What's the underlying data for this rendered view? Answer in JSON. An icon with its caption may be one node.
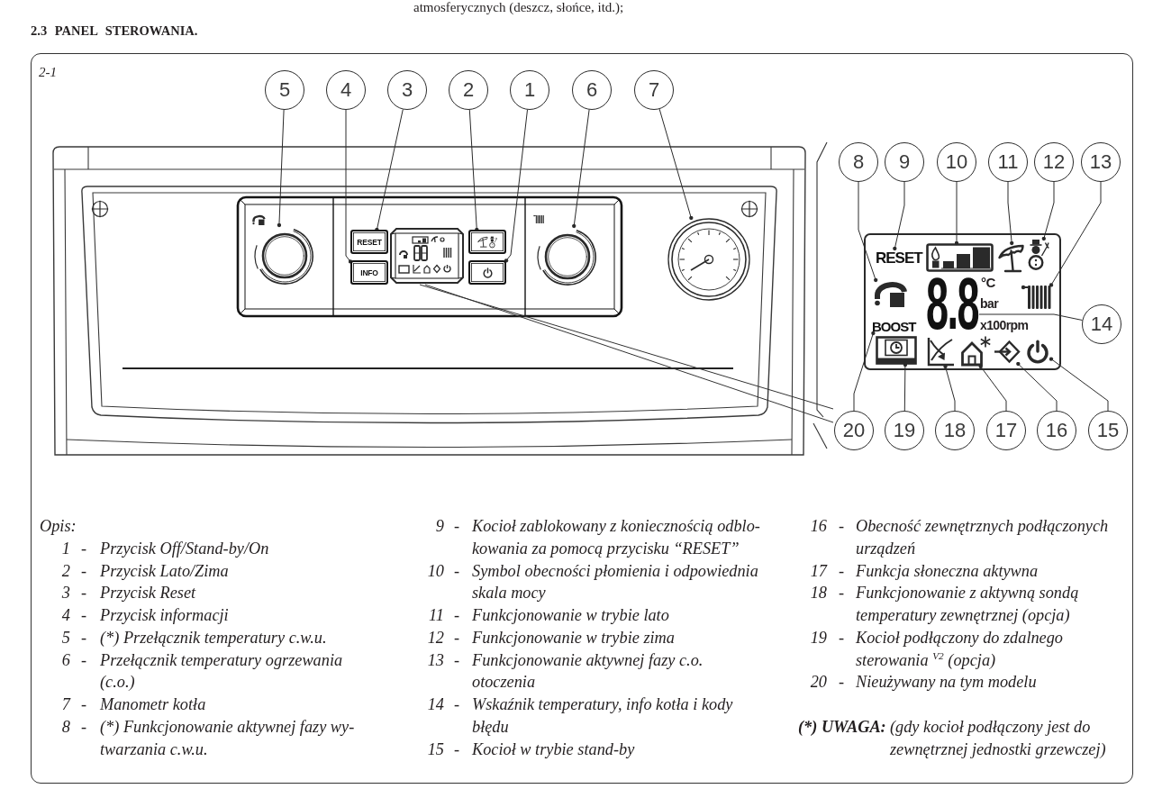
{
  "diagram": {
    "title": "2.3 PANEL STEROWANIA.",
    "nodes": [
      {
        "text": [
          "5"
        ]
      },
      {
        "text": [
          "4"
        ]
      },
      {
        "text": [
          "3"
        ]
      },
      {
        "text": [
          "2"
        ]
      },
      {
        "text": [
          "1"
        ]
      },
      {
        "text": [
          "6"
        ]
      },
      {
        "text": [
          "7"
        ]
      },
      {
        "text": [
          "8"
        ]
      },
      {
        "text": [
          "9"
        ]
      },
      {
        "text": [
          "10"
        ]
      },
      {
        "text": [
          "11"
        ]
      },
      {
        "text": [
          "12"
        ]
      },
      {
        "text": [
          "13"
        ]
      },
      {
        "text": [
          "14"
        ]
      },
      {
        "text": [
          "20"
        ]
      },
      {
        "text": [
          "19"
        ]
      },
      {
        "text": [
          "18"
        ]
      },
      {
        "text": [
          "17"
        ]
      },
      {
        "text": [
          "16"
        ]
      },
      {
        "text": [
          "15"
        ]
      },
      {
        "text": [],
        "shape": "circle"
      },
      {
        "text": [
          "RESET"
        ]
      },
      {
        "text": [
          "INFO"
        ]
      },
      {
        "text": [],
        "shape": "box"
      },
      {
        "text": [],
        "shape": "box"
      },
      {
        "text": [],
        "shape": "circle"
      },
      {
        "text": [],
        "shape": "circle"
      },
      {
        "text": [],
        "shape": "box"
      },
      {
        "text": [
          "RESET"
        ],
        "in": 27
      },
      {
        "text": [],
        "shape": "picture",
        "in": 27
      },
      {
        "text": [],
        "shape": "picture",
        "in": 27
      },
      {
        "text": [],
        "shape": "picture",
        "in": 27
      },
      {
        "text": [],
        "shape": "picture",
        "in": 27
      },
      {
        "text": [
          "8.8"
        ],
        "in": 27
      },
      {
        "text": [],
        "shape": "picture",
        "in": 27
      },
      {
        "text": [
          "BOOST"
        ],
        "in": 27
      },
      {
        "text": [],
        "shape": "picture",
        "in": 27
      },
      {
        "text": [],
        "shape": "picture",
        "in": 27
      },
      {
        "text": [],
        "shape": "picture",
        "in": 27
      },
      {
        "text": [],
        "shape": "picture",
        "in": 27
      },
      {
        "text": [],
        "shape": "picture",
        "in": 27
      }
    ],
    "edges": [
      {
        "from": 0,
        "to": 20,
        "arrow": "other"
      },
      {
        "from": 1,
        "to": 22,
        "arrow": "other"
      },
      {
        "from": 2,
        "to": 21,
        "arrow": "other"
      },
      {
        "from": 3,
        "to": 23,
        "arrow": "other"
      },
      {
        "from": 4,
        "to": 24,
        "arrow": "other"
      },
      {
        "from": 5,
        "to": 25,
        "arrow": "other"
      },
      {
        "from": 6,
        "to": 26,
        "arrow": "other"
      },
      {
        "from": 7,
        "to": 32,
        "arrow": "other"
      },
      {
        "from": 8,
        "to": 28,
        "arrow": "other"
      },
      {
        "from": 9,
        "to": 29,
        "arrow": "other"
      },
      {
        "from": 10,
        "to": 30,
        "arrow": "other"
      },
      {
        "from": 11,
        "to": 31,
        "arrow": "other"
      },
      {
        "from": 12,
        "to": 34,
        "arrow": "other"
      },
      {
        "from": 13,
        "to": 33,
        "arrow": "none"
      },
      {
        "from": 14,
        "to": 35,
        "arrow": "other"
      },
      {
        "from": 15,
        "to": 36,
        "arrow": "other"
      },
      {
        "from": 16,
        "to": 37,
        "arrow": "other"
      },
      {
        "from": 17,
        "to": 38,
        "arrow": "other"
      },
      {
        "from": 18,
        "to": 39,
        "arrow": "other"
      },
      {
        "from": 19,
        "to": 40,
        "arrow": "other"
      }
    ],
    "labels": [
      "atmosferycznych (deszcz, słońce, itd.);",
      "2-1",
      "°C",
      "bar",
      "x100rpm",
      "Opis:",
      "1",
      "-",
      "Przycisk Off/Stand-by/On",
      "2",
      "-",
      "Przycisk Lato/Zima",
      "3",
      "-",
      "Przycisk Reset",
      "4",
      "-",
      "Przycisk informacji",
      "5",
      "-",
      "(*) Przełącznik temperatury c.w.u.",
      "6",
      "-",
      "Przełącznik temperatury ogrzewania (c.o.)",
      "7",
      "-",
      "Manometr kotła",
      "8",
      "-",
      "(*) Funkcjonowanie aktywnej fazy wy- twarzania c.w.u.",
      "9",
      "-",
      "Kocioł zablokowany z koniecznością odblo- kowania za pomocą przycisku “RESET”",
      "10",
      "-",
      "Symbol obecności płomienia i odpowiednia skala mocy",
      "11",
      "-",
      "Funkcjonowanie w trybie lato",
      "12",
      "-",
      "Funkcjonowanie w trybie zima",
      "13",
      "-",
      "Funkcjonowanie aktywnej fazy c.o. otoczenia",
      "14",
      "-",
      "Wskaźnik temperatury, info kotła i kody błędu",
      "15",
      "-",
      "Kocioł w trybie stand-by",
      "16",
      "-",
      "Obecność zewnętrznych podłączonych urządzeń",
      "17",
      "-",
      "Funkcja słoneczna aktywna",
      "18",
      "-",
      "Funkcjonowanie z aktywną sondą temperatury zewnętrznej (opcja)",
      "19",
      "-",
      "Kocioł podłączony do zdalnego sterowania $^{V2}$ (opcja)",
      "20",
      "-",
      "Nieużywany na tym modelu",
      "(*) UWAGA:",
      "(gdy kocioł podłączony jest do zewnętrznej jednostki grzewczej)"
    ]
  }
}
